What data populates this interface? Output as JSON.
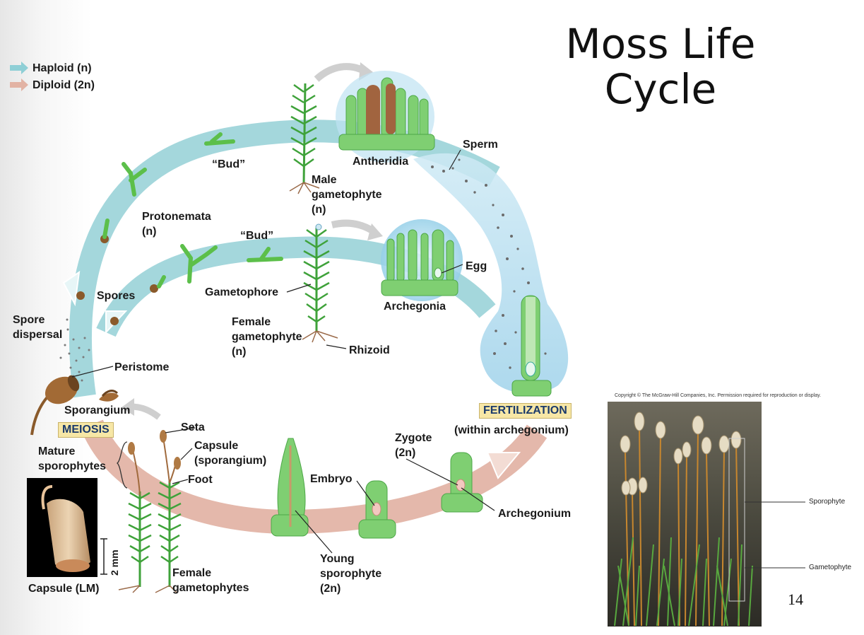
{
  "slide": {
    "title_line1": "Moss Life",
    "title_line2": "Cycle",
    "page_number": "14"
  },
  "legend": {
    "haploid": "Haploid (n)",
    "diploid": "Diploid (2n)",
    "haploid_color": "#8fcfd6",
    "diploid_color": "#e2b3a4"
  },
  "labels": {
    "bud_top": "“Bud”",
    "bud_mid": "“Bud”",
    "antheridia": "Antheridia",
    "sperm": "Sperm",
    "male_gametophyte_1": "Male",
    "male_gametophyte_2": "gametophyte",
    "male_gametophyte_3": "(n)",
    "protonemata_1": "Protonemata",
    "protonemata_2": "(n)",
    "egg": "Egg",
    "archegonia": "Archegonia",
    "gametophore": "Gametophore",
    "spores": "Spores",
    "spore_dispersal_1": "Spore",
    "spore_dispersal_2": "dispersal",
    "female_gametophyte_1": "Female",
    "female_gametophyte_2": "gametophyte",
    "female_gametophyte_3": "(n)",
    "rhizoid": "Rhizoid",
    "peristome": "Peristome",
    "sporangium": "Sporangium",
    "meiosis": "MEIOSIS",
    "fertilization": "FERTILIZATION",
    "within_archegonium": "(within archegonium)",
    "seta": "Seta",
    "capsule_1": "Capsule",
    "capsule_2": "(sporangium)",
    "zygote_1": "Zygote",
    "zygote_2": "(2n)",
    "mature_sporophytes_1": "Mature",
    "mature_sporophytes_2": "sporophytes",
    "foot": "Foot",
    "embryo": "Embryo",
    "archegonium": "Archegonium",
    "scale": "2 mm",
    "young_sporophyte_1": "Young",
    "young_sporophyte_2": "sporophyte",
    "young_sporophyte_3": "(2n)",
    "female_gametophytes_1": "Female",
    "female_gametophytes_2": "gametophytes",
    "capsule_lm": "Capsule (LM)"
  },
  "photo": {
    "copyright": "Copyright © The McGraw-Hill Companies, Inc. Permission required for reproduction or display.",
    "sporophyte": "Sporophyte",
    "gametophyte": "Gametophyte"
  }
}
